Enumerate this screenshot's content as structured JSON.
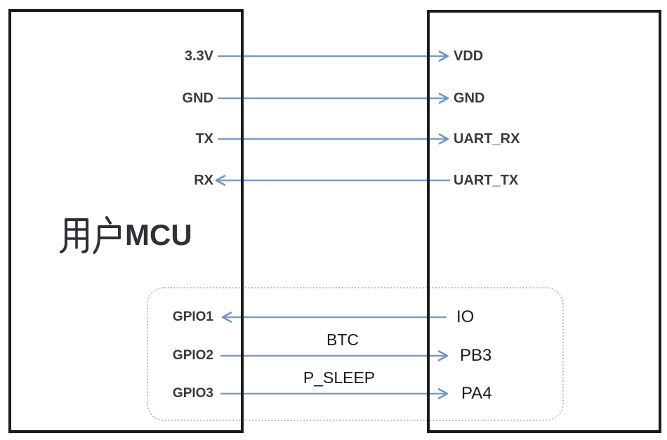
{
  "diagram": {
    "kind": "mcu-module-wiring-diagram",
    "left_box": {
      "title_cjk": "用户",
      "title_latin": "MCU",
      "title_full": "用户MCU"
    },
    "connections": [
      {
        "left_pin": "3.3V",
        "right_pin": "VDD",
        "direction": "right",
        "group": "main",
        "wire_label": ""
      },
      {
        "left_pin": "GND",
        "right_pin": "GND",
        "direction": "right",
        "group": "main",
        "wire_label": ""
      },
      {
        "left_pin": "TX",
        "right_pin": "UART_RX",
        "direction": "right",
        "group": "main",
        "wire_label": ""
      },
      {
        "left_pin": "RX",
        "right_pin": "UART_TX",
        "direction": "left",
        "group": "main",
        "wire_label": ""
      },
      {
        "left_pin": "GPIO1",
        "right_pin": "IO",
        "direction": "left",
        "group": "gpio",
        "wire_label": ""
      },
      {
        "left_pin": "GPIO2",
        "right_pin": "PB3",
        "direction": "right",
        "group": "gpio",
        "wire_label": "BTC"
      },
      {
        "left_pin": "GPIO3",
        "right_pin": "PA4",
        "direction": "right",
        "group": "gpio",
        "wire_label": "P_SLEEP"
      }
    ],
    "colors": {
      "wire": "#7d9cc4",
      "arrow": "#6e95c3",
      "box_border": "#1b1b1b",
      "pin_text": "#38383e",
      "gpio_text": "#1c1c1c",
      "dotted_group": "#b0b0b0"
    }
  }
}
